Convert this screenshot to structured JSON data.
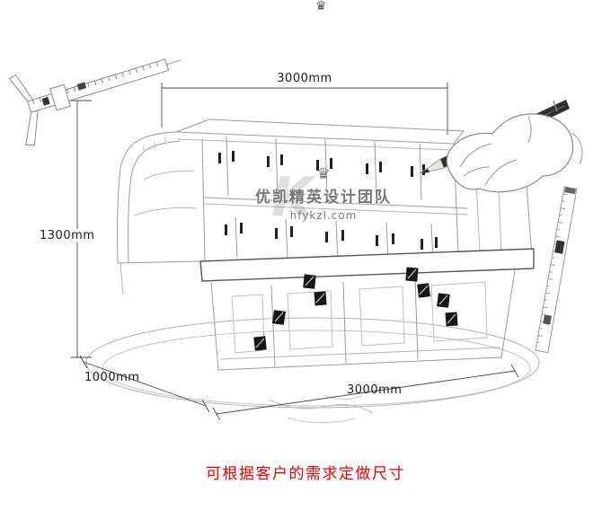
{
  "dimensions": {
    "top_width": "3000mm",
    "height": "1300mm",
    "depth": "1000mm",
    "bottom_width": "3000mm"
  },
  "watermark": {
    "crown": "♛",
    "logo_letter": "K",
    "team": "优凯精英设计团队",
    "site": "hfykzl.com"
  },
  "caption": {
    "text": "可根据客户的需求定做尺寸",
    "color": "#e60000"
  },
  "sketch_items": [
    "vernier-caliper",
    "display-cabinet",
    "hand-with-pencil",
    "steel-ruler"
  ]
}
